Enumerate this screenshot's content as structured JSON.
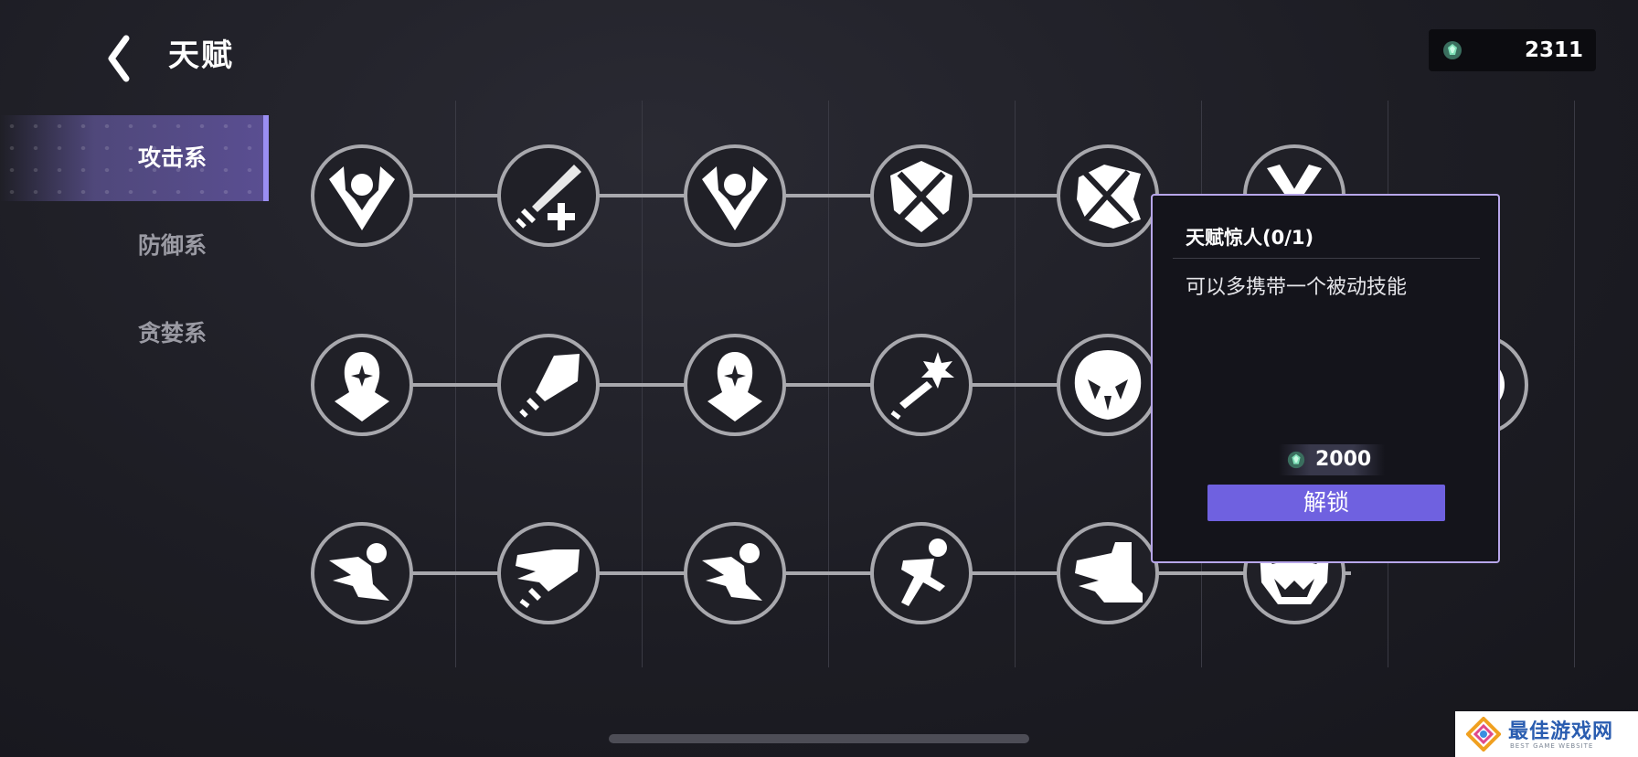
{
  "header": {
    "title": "天赋",
    "currency_value": "2311",
    "back_icon": "chevron-left-icon",
    "gem_icon": "green-gem-icon"
  },
  "tabs": [
    {
      "label": "攻击系",
      "active": true
    },
    {
      "label": "防御系",
      "active": false
    },
    {
      "label": "贪婪系",
      "active": false
    }
  ],
  "talent_rows": [
    [
      "arms-raised-icon",
      "sword-plus-icon",
      "arms-raised-icon",
      "crossed-shield-icon",
      "crossed-feather-icon",
      "crossed-swords-icon"
    ],
    [
      "hooded-star-icon",
      "sword-burst-icon",
      "hooded-star-icon",
      "sword-spark-icon",
      "demon-mask-icon",
      "sparkle-orb-icon"
    ],
    [
      "dash-runner-icon",
      "dash-sword-icon",
      "dash-runner-icon",
      "sprinter-icon",
      "speed-boot-icon",
      "fanged-mouth-icon"
    ]
  ],
  "tooltip": {
    "title": "天赋惊人(0/1)",
    "description": "可以多携带一个被动技能",
    "cost": "2000",
    "button_label": "解锁"
  },
  "watermark": {
    "text": "最佳游戏网",
    "subtext": "BEST GAME WEBSITE"
  },
  "colors": {
    "accent": "#6f61e0",
    "tab_active": "#5a4e92",
    "tooltip_border": "#b7a6ea",
    "node_ring": "#a8a8ad"
  }
}
